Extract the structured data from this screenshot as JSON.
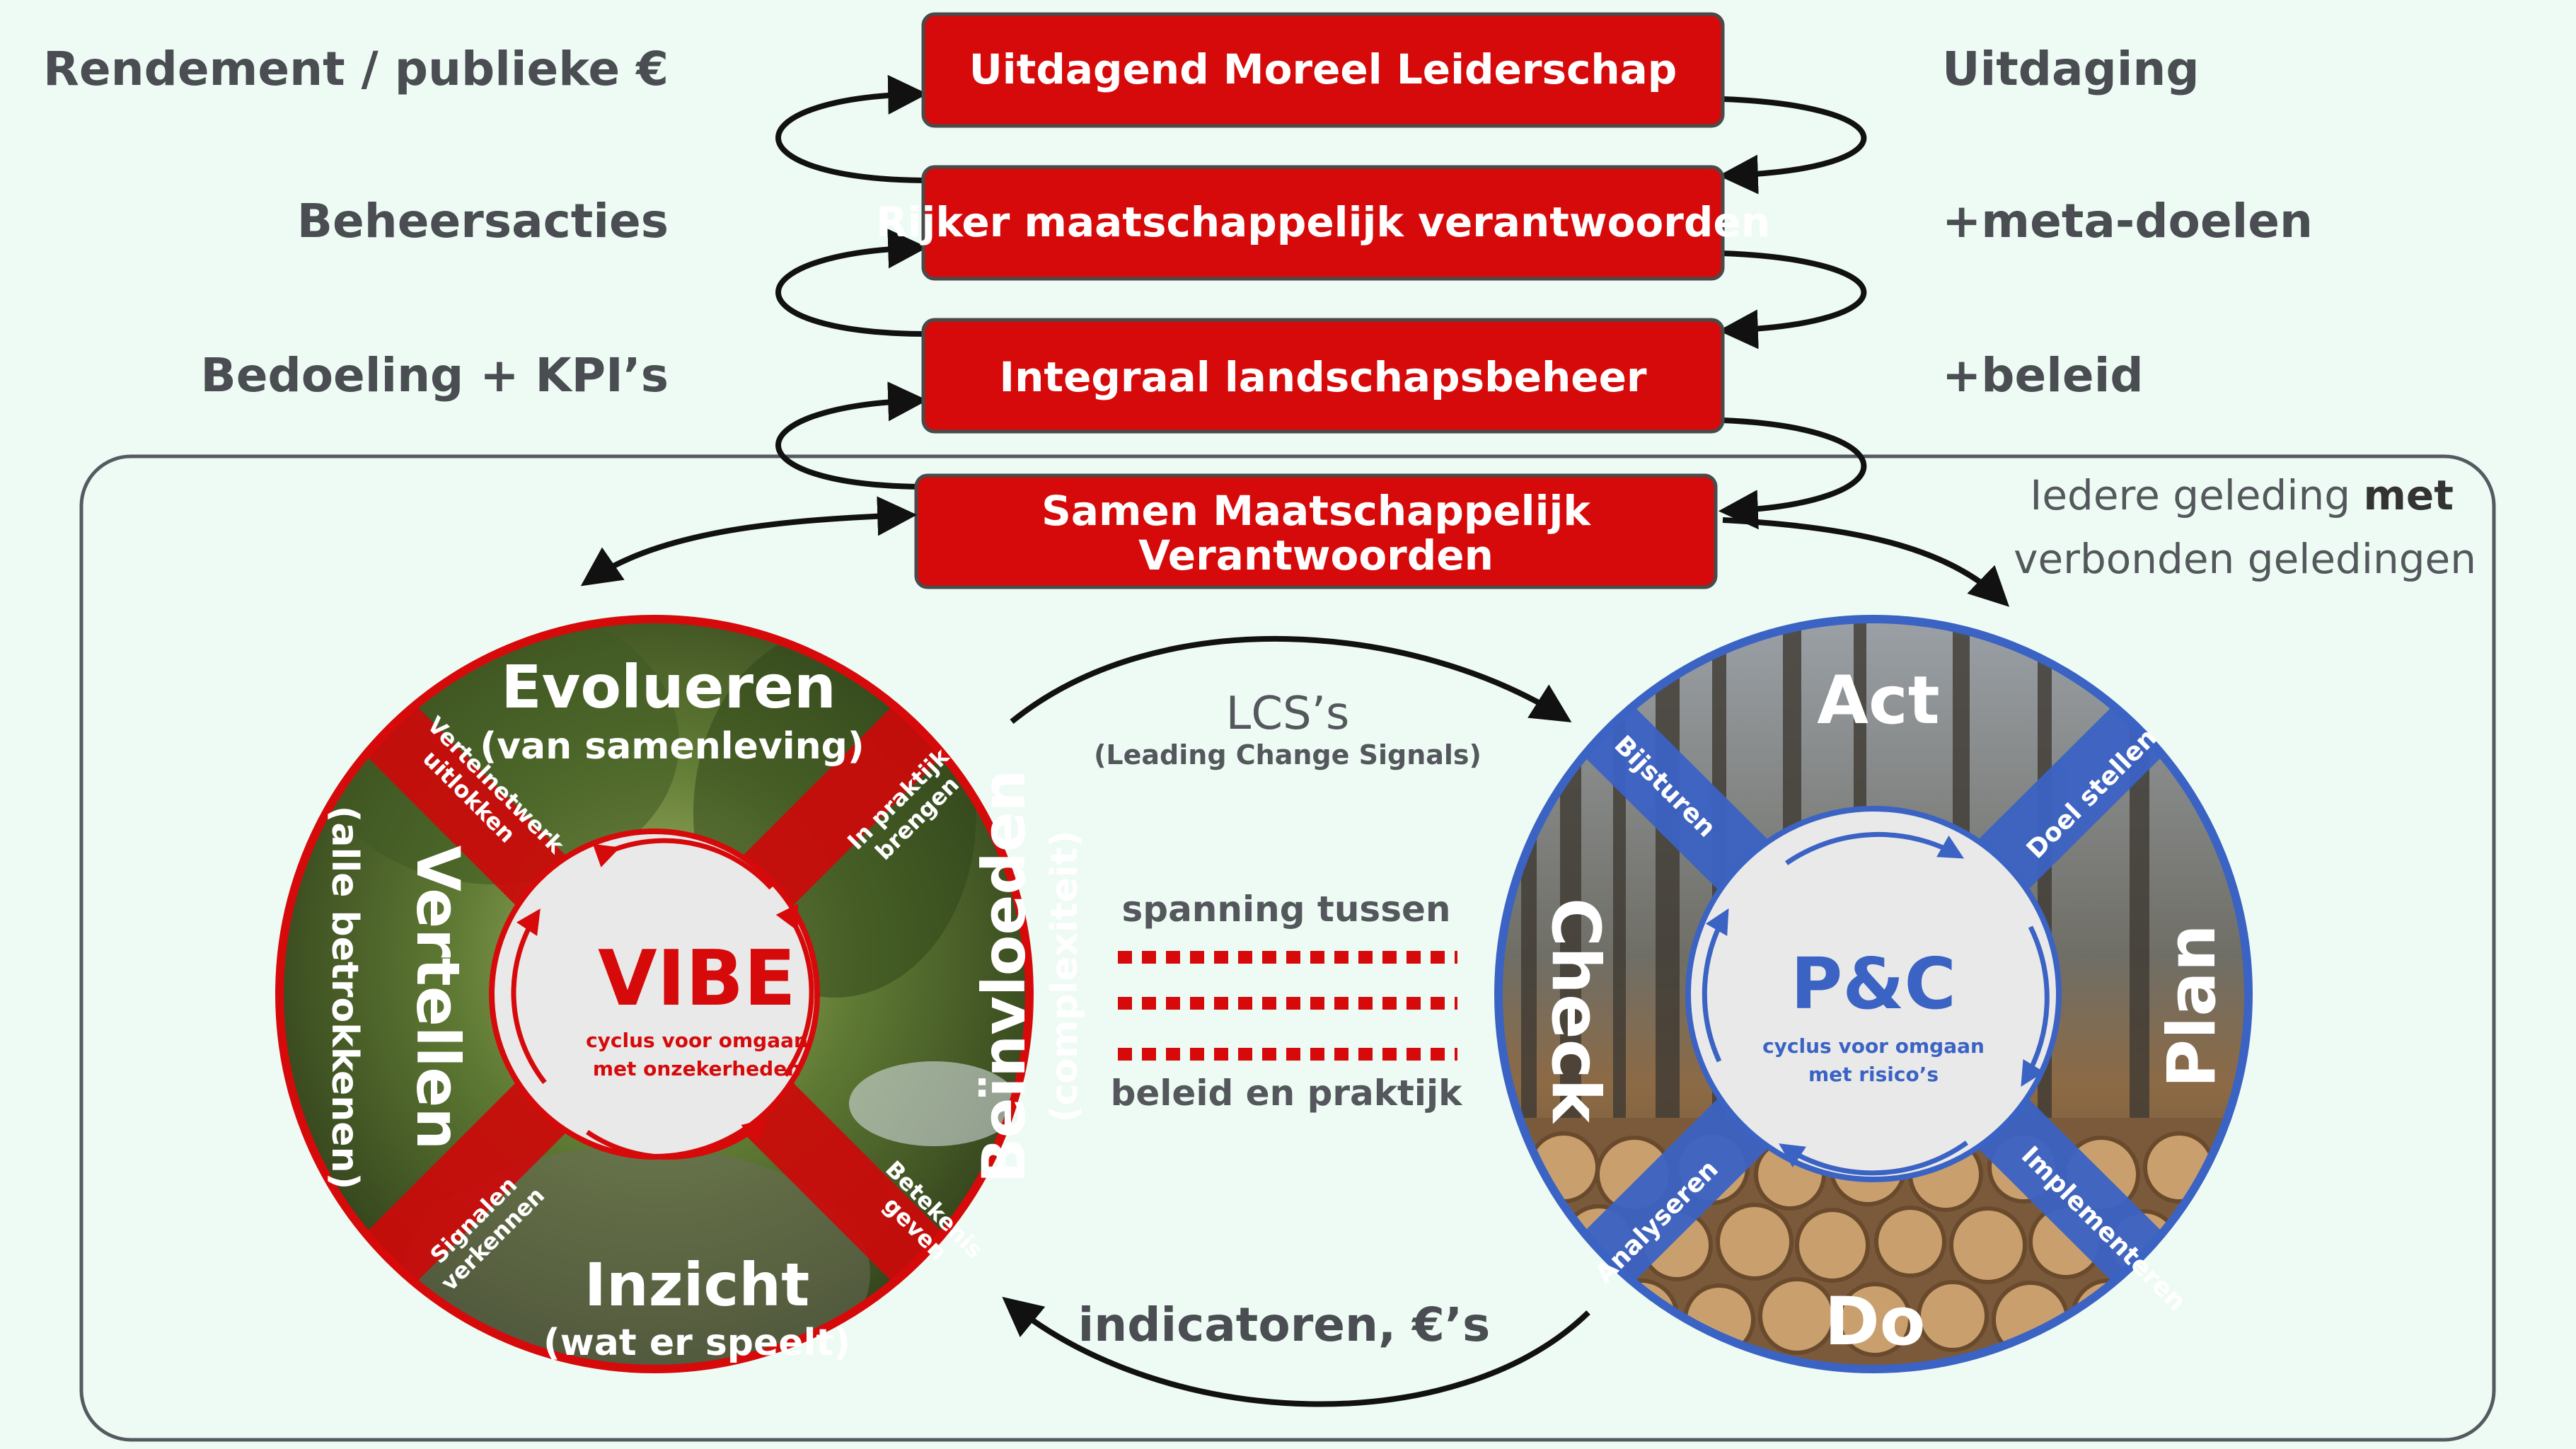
{
  "colors": {
    "red": "#d60a0a",
    "blue": "#3b63c4",
    "background": "#eefbf4",
    "text_gray": "#4a4d52",
    "black": "#111111"
  },
  "left_labels": [
    "Rendement / publieke €",
    "Beheersacties",
    "Bedoeling + KPI’s"
  ],
  "right_labels": [
    "Uitdaging",
    "+meta-doelen",
    "+beleid"
  ],
  "boxes": {
    "b1": "Uitdagend Moreel Leiderschap",
    "b2": "Rijker maatschappelijk verantwoorden",
    "b3": "Integraal landschapsbeheer",
    "b4_line1": "Samen Maatschappelijk",
    "b4_line2": "Verantwoorden"
  },
  "frame_note": {
    "line1_start": "Iedere geleding ",
    "line1_bold": "met",
    "line2": "verbonden geledingen"
  },
  "vibe": {
    "title": "VIBE",
    "subtitle_1": "cyclus voor omgaan",
    "subtitle_2": "met onzekerheden",
    "evolueren": "Evolueren",
    "evolueren_sub": "(van samenleving)",
    "vertellen": "Vertellen",
    "vertellen_sub": "(alle betrokkenen)",
    "beinvloeden": "Beïnvloeden",
    "beinvloeden_sub": "(complexiteit)",
    "inzicht": "Inzicht",
    "inzicht_sub": "(wat er speelt)",
    "band_tl_1": "Vertelnetwerk",
    "band_tl_2": "uitlokken",
    "band_tr_1": "In praktijk",
    "band_tr_2": "brengen",
    "band_bl_1": "Signalen",
    "band_bl_2": "verkennen",
    "band_br_1": "Betekenis",
    "band_br_2": "geven"
  },
  "pc": {
    "title": "P&C",
    "subtitle_1": "cyclus voor omgaan",
    "subtitle_2": "met risico’s",
    "act": "Act",
    "plan": "Plan",
    "do": "Do",
    "check": "Check",
    "band_tl": "Bijsturen",
    "band_tr": "Doel stellen",
    "band_bl": "Analyseren",
    "band_br": "Implementeren"
  },
  "middle": {
    "lcs": "LCS’s",
    "lcs_sub": "(Leading Change Signals)",
    "tension_1": "spanning tussen",
    "tension_2": "beleid en praktijk",
    "indicators": "indicatoren, €’s"
  }
}
